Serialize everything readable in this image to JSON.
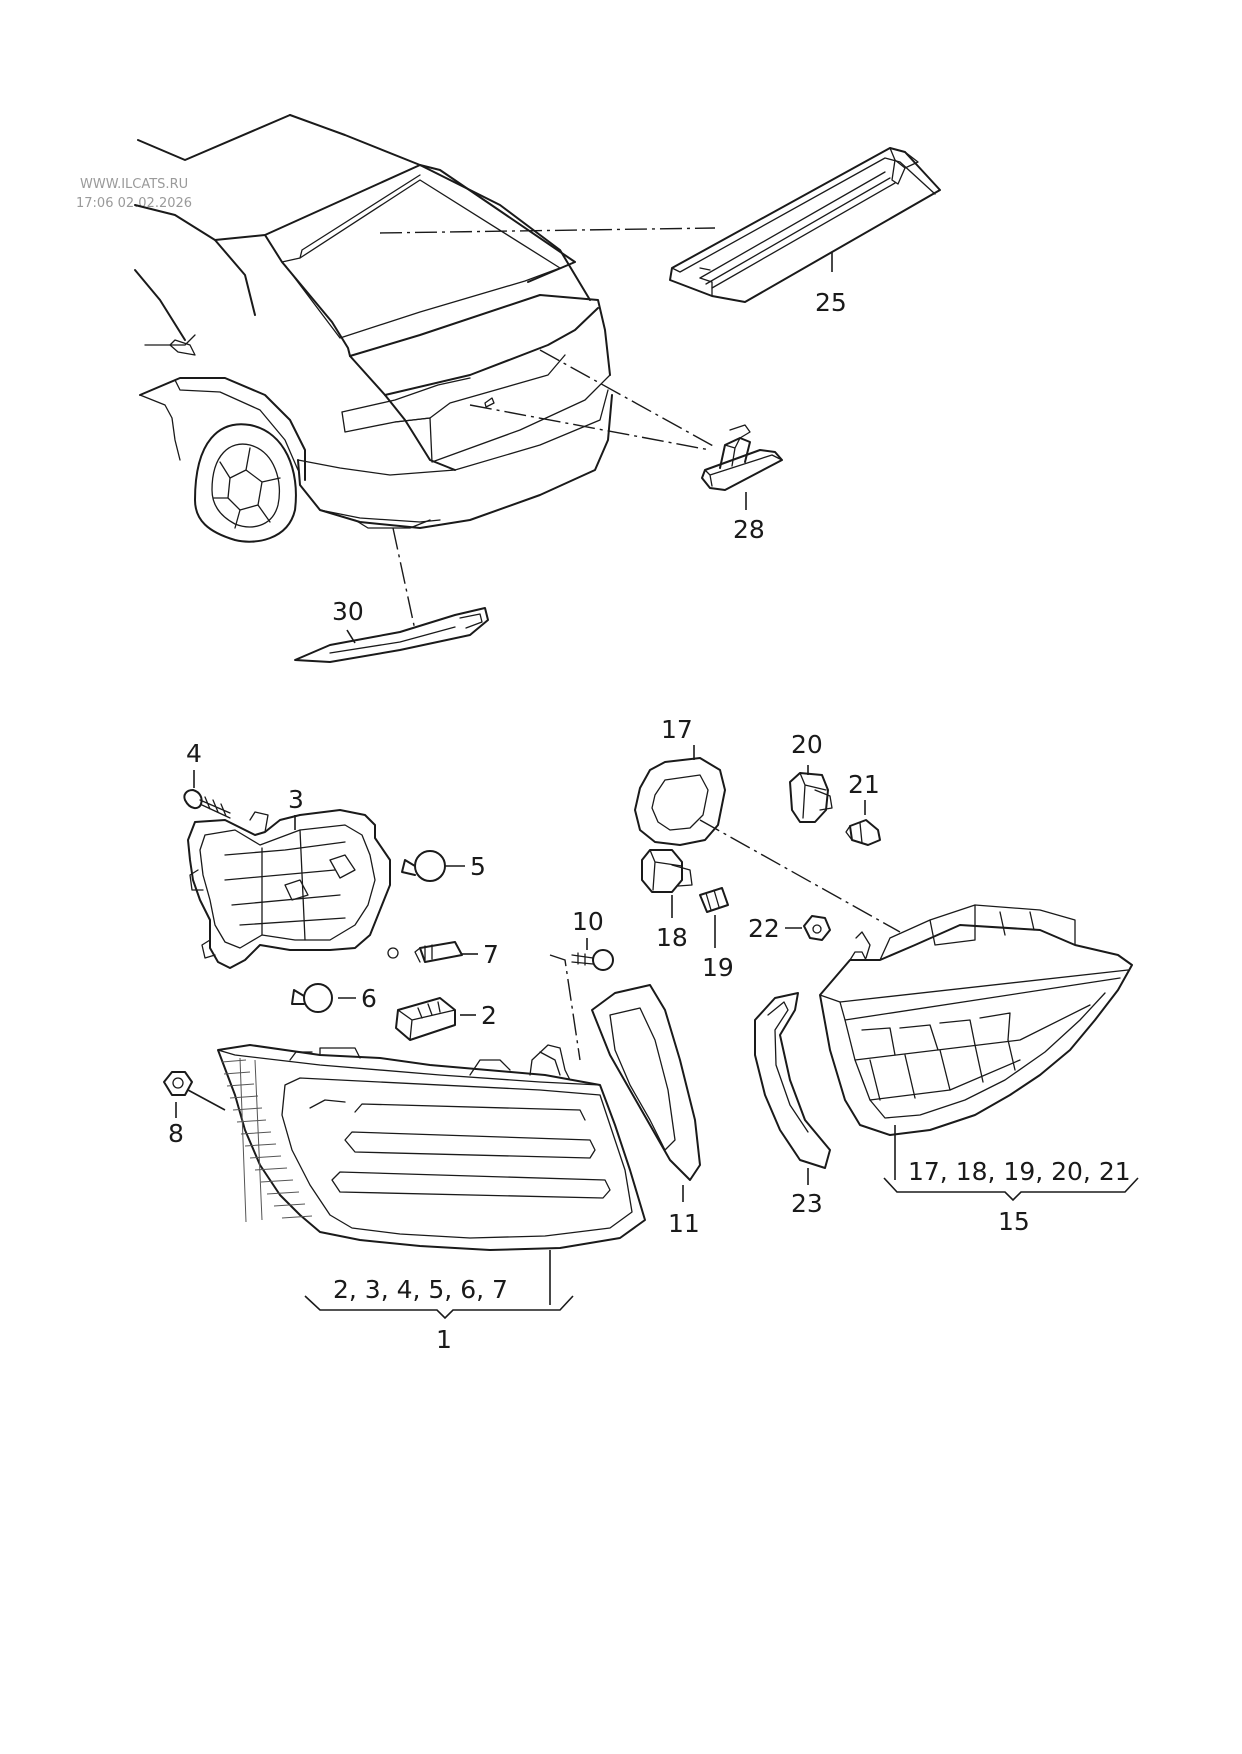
{
  "watermark": {
    "site": "WWW.ILCATS.RU",
    "timestamp": "17:06 02.02.2026"
  },
  "callouts": {
    "p25": "25",
    "p28": "28",
    "p30": "30",
    "p4": "4",
    "p3": "3",
    "p5": "5",
    "p7": "7",
    "p6": "6",
    "p2": "2",
    "p8": "8",
    "p10": "10",
    "p11": "11",
    "p17": "17",
    "p20": "20",
    "p21": "21",
    "p18": "18",
    "p19": "19",
    "p22": "22",
    "p23": "23",
    "p1": "1",
    "p15": "15"
  },
  "groups": {
    "g1": "2, 3, 4, 5, 6, 7",
    "g15": "17, 18, 19, 20, 21"
  }
}
